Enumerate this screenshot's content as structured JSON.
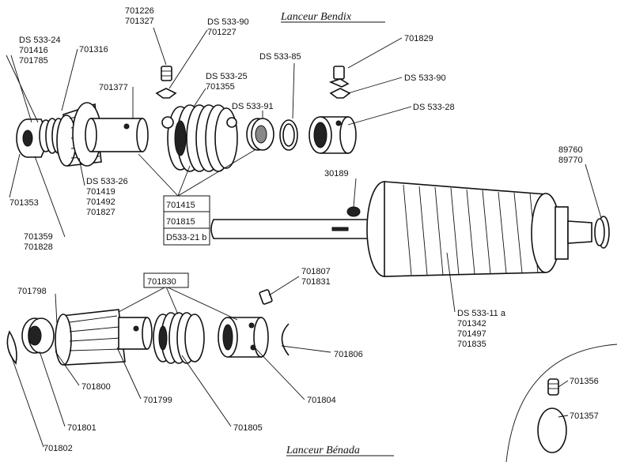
{
  "titles": {
    "bendix": "Lanceur Bendix",
    "benada": "Lanceur Bénada"
  },
  "labels": {
    "l701226": "701226",
    "l701327": "701327",
    "lds53390a": "DS 533-90",
    "l701227": "701227",
    "lds53324": "DS 533-24",
    "l701416": "701416",
    "l701785": "701785",
    "l701316": "701316",
    "l701377": "701377",
    "lds53325": "DS 533-25",
    "l701355": "701355",
    "lds53385": "DS 533-85",
    "lds53391": "DS 533-91",
    "l701829": "701829",
    "lds53390b": "DS 533-90",
    "lds53328": "DS 533-28",
    "lds53326": "DS 533-26",
    "l701419": "701419",
    "l701492": "701492",
    "l701827": "701827",
    "l701353": "701353",
    "l701359": "701359",
    "l701828": "701828",
    "box1": "701415",
    "box2": "701815",
    "box3": "D533-21 b",
    "l30189": "30189",
    "l89760": "89760",
    "l89770": "89770",
    "l701830": "701830",
    "l701807": "701807",
    "l701831": "701831",
    "l701798": "701798",
    "lds53311a": "DS 533-11 a",
    "l701342": "701342",
    "l701497": "701497",
    "l701835": "701835",
    "l701806": "701806",
    "l701800": "701800",
    "l701799": "701799",
    "l701804": "701804",
    "l701801": "701801",
    "l701805": "701805",
    "l701802": "701802",
    "l701356": "701356",
    "l701357": "701357"
  }
}
